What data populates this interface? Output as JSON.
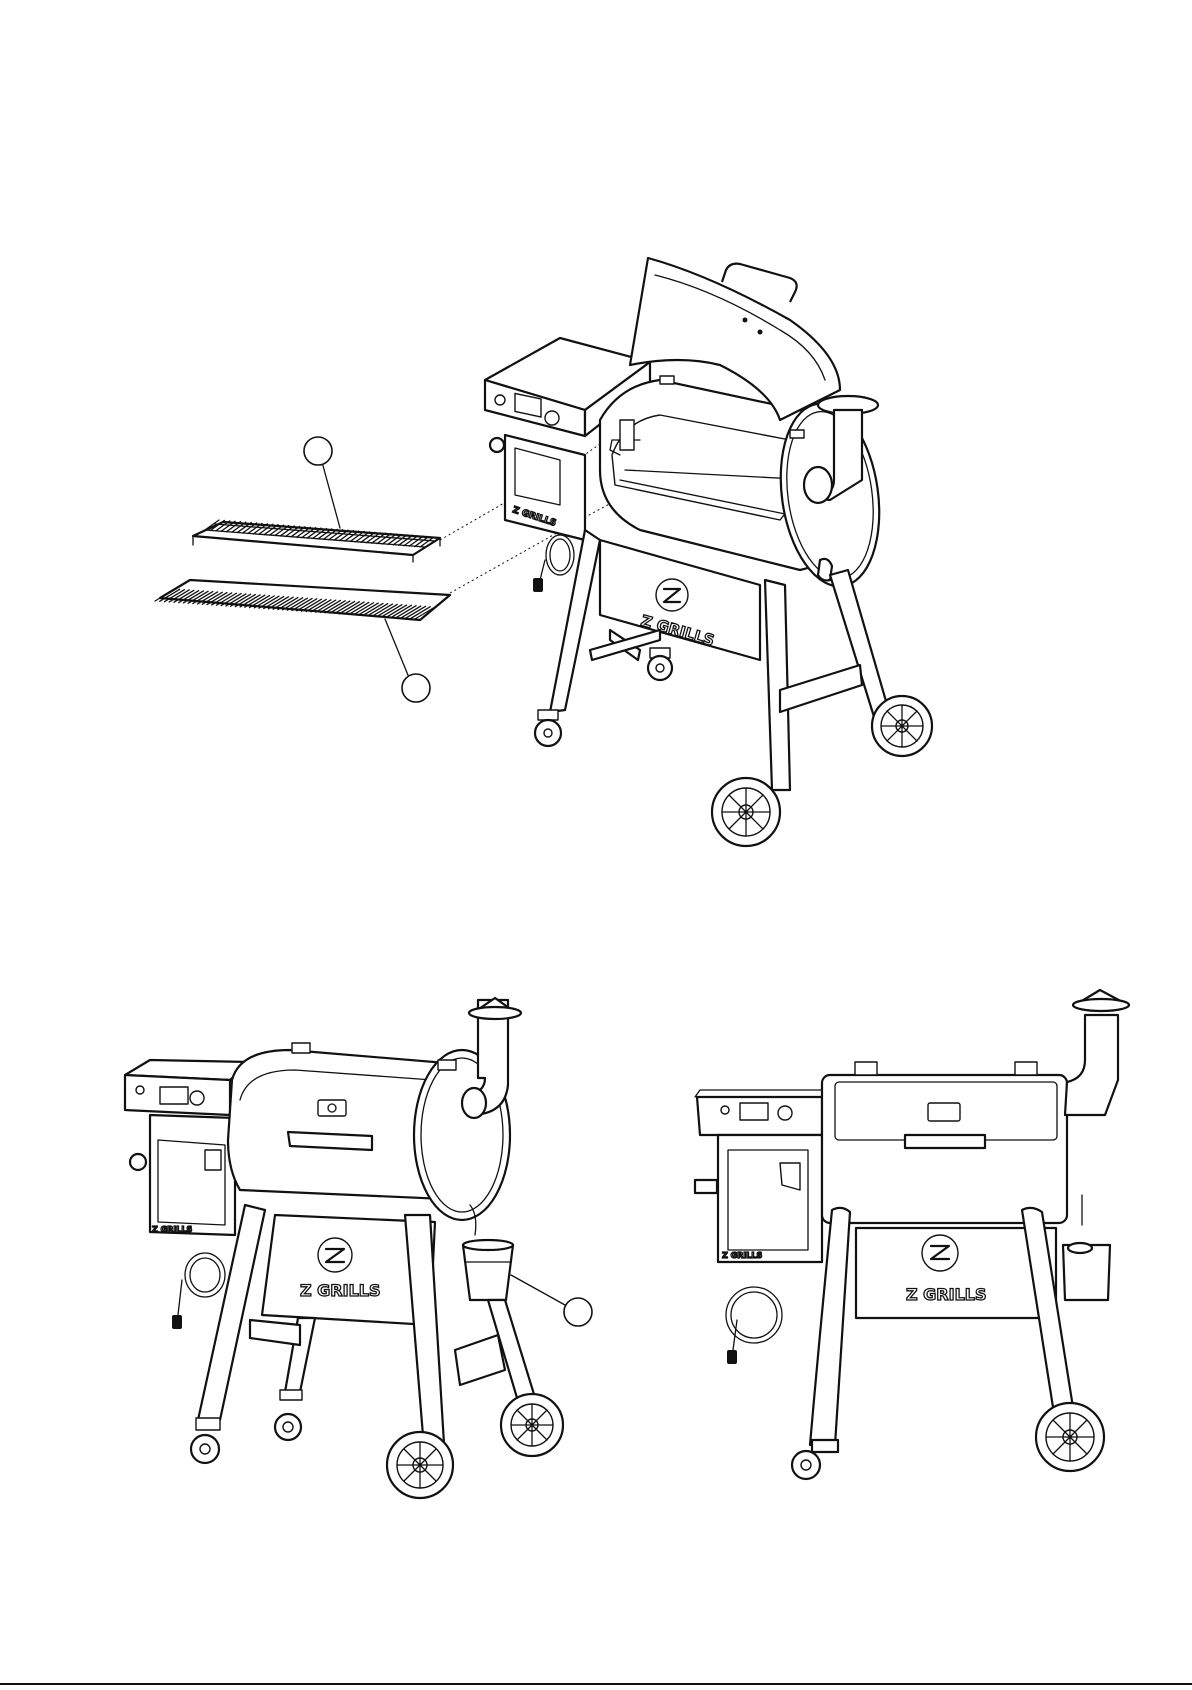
{
  "brand": {
    "logo_text": "Z GRILLS",
    "logo_text_alt": "ZGRILLS",
    "small_badge_text": "Z GRILLS"
  },
  "callouts": [
    {
      "id": "upper-rack",
      "label": ""
    },
    {
      "id": "main-grate",
      "label": ""
    },
    {
      "id": "grease-bucket",
      "label": ""
    }
  ],
  "colors": {
    "line": "#111111",
    "background": "#ffffff"
  }
}
